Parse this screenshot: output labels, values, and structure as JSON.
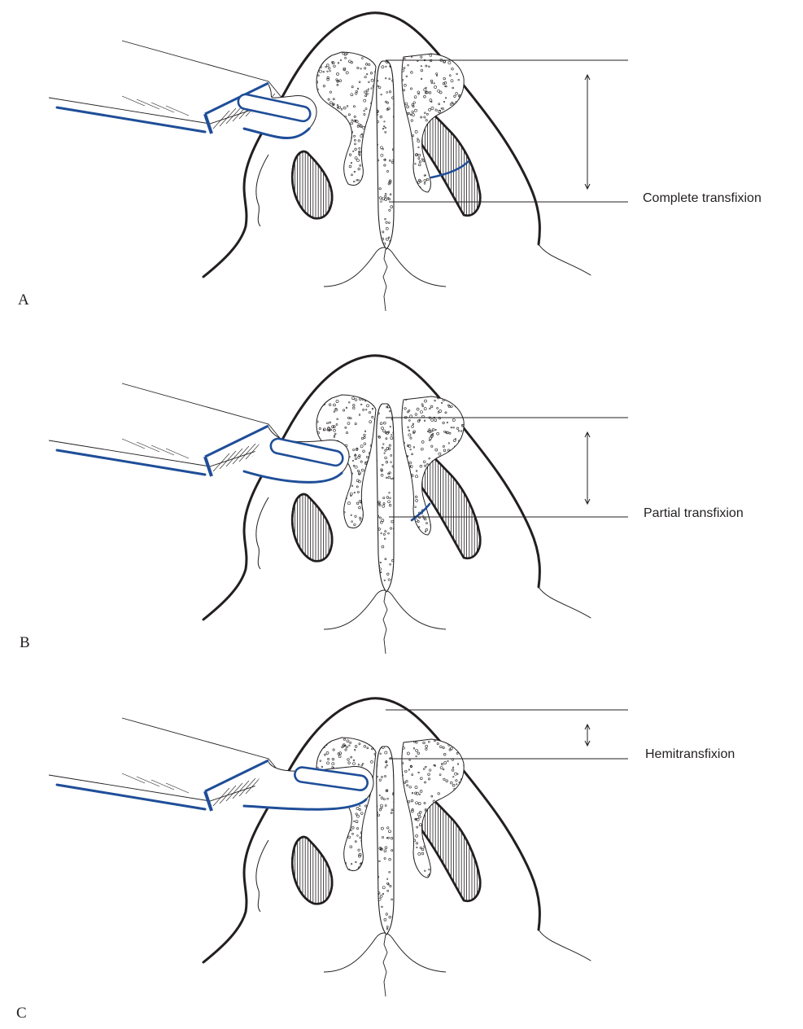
{
  "figure": {
    "colors": {
      "ink": "#231f20",
      "instrument_accent": "#1f4e98"
    },
    "panels": [
      {
        "id": "A",
        "letter": "A",
        "label": "Complete transfixion",
        "incision": "complete"
      },
      {
        "id": "B",
        "letter": "B",
        "label": "Partial transfixion",
        "incision": "partial"
      },
      {
        "id": "C",
        "letter": "C",
        "label": "Hemitransfixion",
        "incision": "hemi"
      }
    ]
  }
}
